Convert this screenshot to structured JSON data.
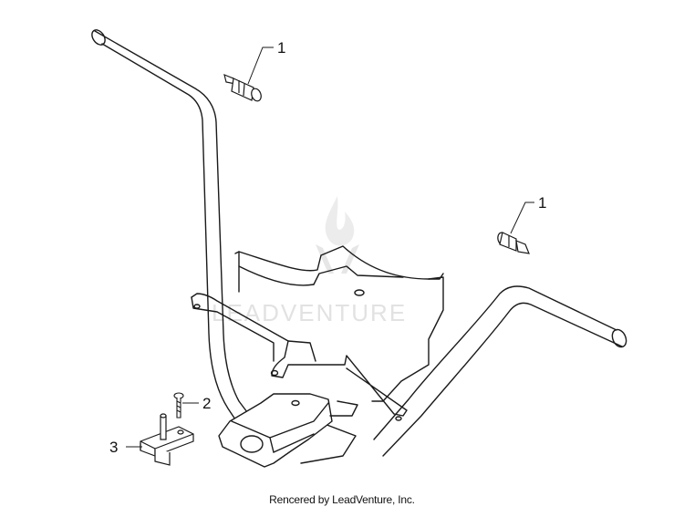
{
  "diagram": {
    "callouts": [
      {
        "label": "1"
      },
      {
        "label": "1"
      },
      {
        "label": "2"
      },
      {
        "label": "3"
      }
    ],
    "watermark": {
      "text": "LEADVENTURE"
    },
    "footer": "Rencered by LeadVenture, Inc."
  }
}
